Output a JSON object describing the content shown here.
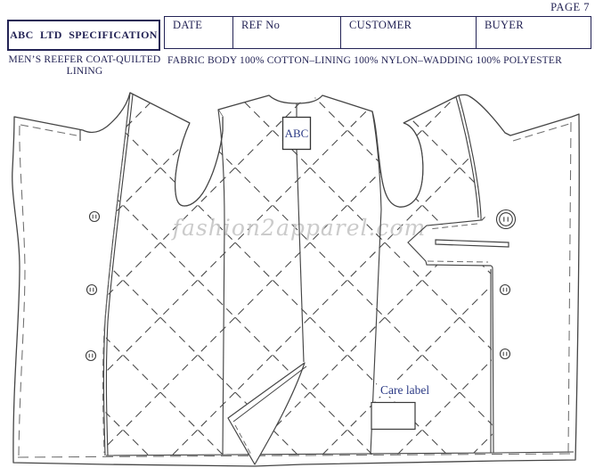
{
  "page": {
    "page_label": "PAGE 7"
  },
  "header": {
    "spec_box_title": "ABC LTD SPECIFICATION",
    "table": {
      "columns": [
        {
          "label": "DATE",
          "value": ""
        },
        {
          "label": "REF No",
          "value": ""
        },
        {
          "label": "CUSTOMER",
          "value": ""
        },
        {
          "label": "BUYER",
          "value": ""
        }
      ]
    },
    "garment_title": {
      "line1": "MEN’S REEFER COAT-QUILTED",
      "line2": "LINING"
    },
    "fabric_note": "FABRIC BODY 100% COTTON–LINING 100% NYLON–WADDING 100% POLYESTER"
  },
  "drawing": {
    "brand_label": "ABC",
    "care_label": "Care label",
    "watermark": "fashion2apparel.com",
    "colors": {
      "text_navy": "#232355",
      "label_blue": "#2b3a85",
      "line_color": "#454545",
      "watermark_gray": "#c6c6c6"
    }
  }
}
